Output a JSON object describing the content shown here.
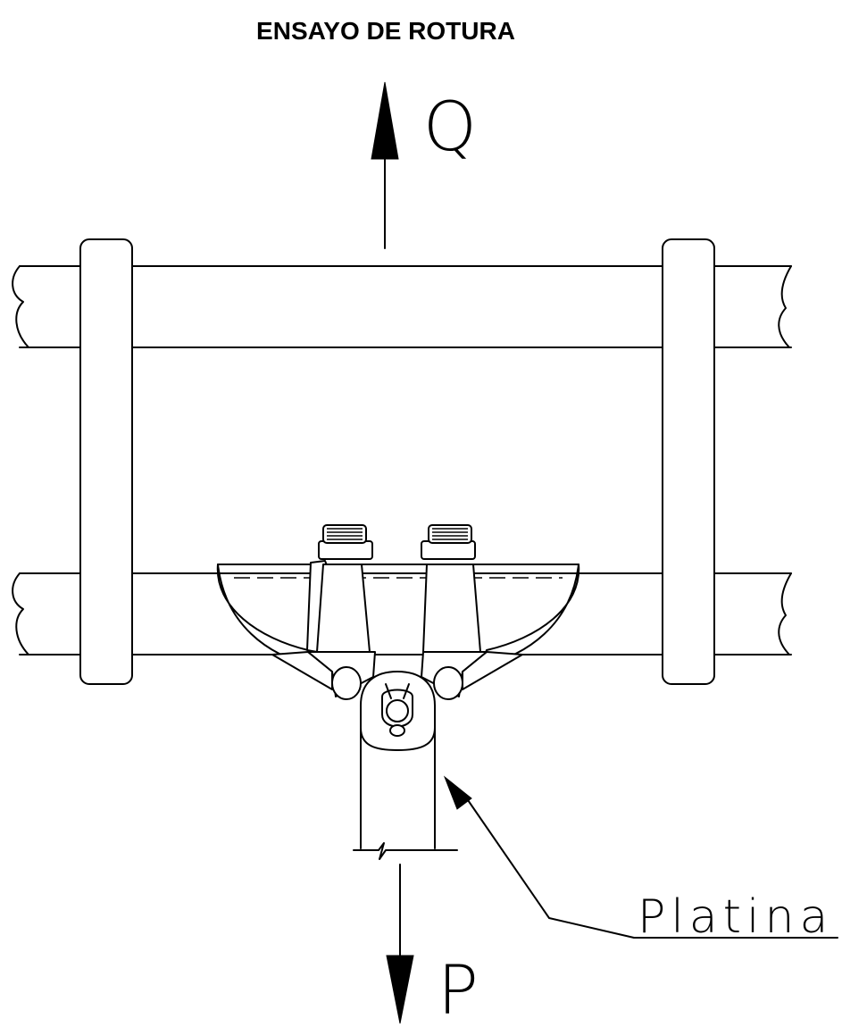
{
  "title": "ENSAYO DE ROTURA",
  "labels": {
    "force_up": "Q",
    "force_down": "P",
    "callout": "Platina"
  }
}
